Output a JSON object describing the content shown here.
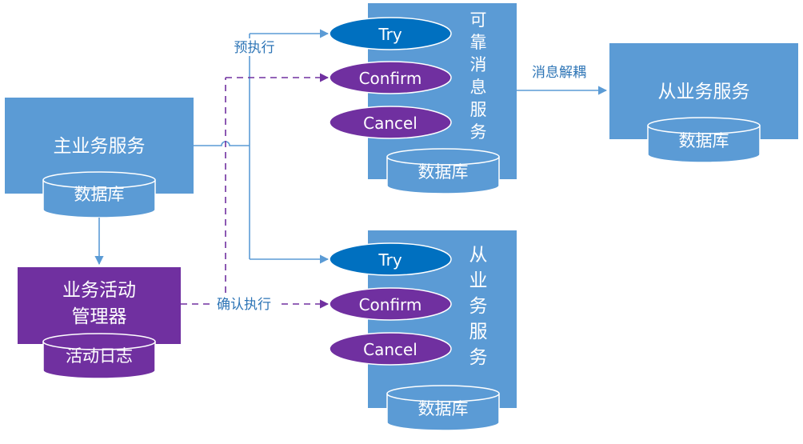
{
  "main_service": {
    "title": "主业务服务",
    "db": "数据库"
  },
  "activity_manager": {
    "title_line1": "业务活动",
    "title_line2": "管理器",
    "log": "活动日志"
  },
  "reliable_msg_service": {
    "name_chars": [
      "可",
      "靠",
      "消",
      "息",
      "服",
      "务"
    ],
    "ops": [
      "Try",
      "Confirm",
      "Cancel"
    ],
    "db": "数据库"
  },
  "sub_service_lower": {
    "name_chars": [
      "从",
      "业",
      "务",
      "服",
      "务"
    ],
    "ops": [
      "Try",
      "Confirm",
      "Cancel"
    ],
    "db": "数据库"
  },
  "sub_service_right": {
    "title": "从业务服务",
    "db": "数据库"
  },
  "edge_labels": {
    "pre_execute": "预执行",
    "confirm_execute": "确认执行",
    "msg_decouple": "消息解耦"
  },
  "colors": {
    "box_blue": "#5b9bd5",
    "box_purple": "#7030a0",
    "try_blue": "#0070c0",
    "op_purple": "#7030a0",
    "arrow_solid": "#5b9bd5",
    "arrow_dashed": "#7030a0",
    "label_blue": "#2e75b6"
  }
}
